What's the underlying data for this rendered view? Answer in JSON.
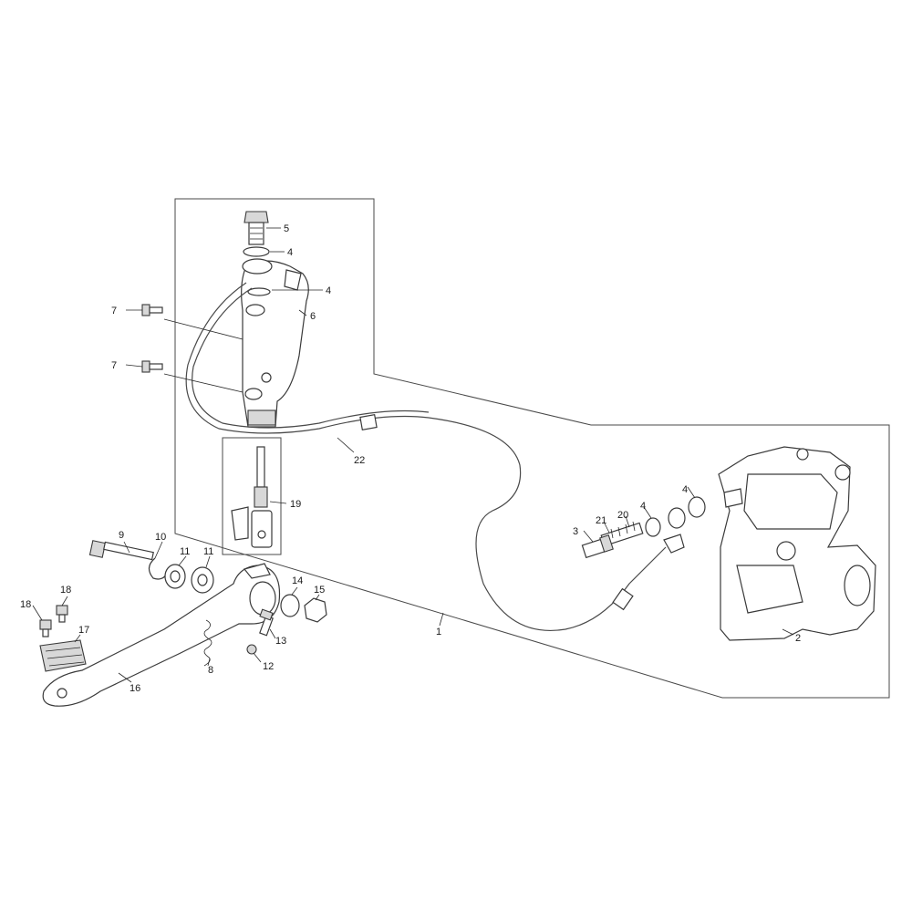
{
  "callouts": {
    "c1": "1",
    "c2": "2",
    "c3": "3",
    "c4": "4",
    "c5": "5",
    "c6": "6",
    "c7": "7",
    "c8": "8",
    "c9": "9",
    "c10": "10",
    "c11": "11",
    "c12": "12",
    "c13": "13",
    "c14": "14",
    "c15": "15",
    "c16": "16",
    "c17": "17",
    "c18": "18",
    "c19": "19",
    "c20": "20",
    "c21": "21",
    "c22": "22"
  },
  "colors": {
    "line": "#3a3a3a",
    "shade": "#d8d8d8",
    "background": "#ffffff"
  }
}
